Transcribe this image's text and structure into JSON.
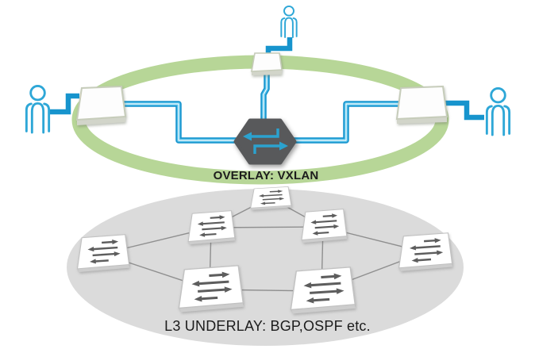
{
  "diagram": {
    "overlay": {
      "label": "OVERLAY: VXLAN",
      "ring_color": "#b7d697",
      "link_color": "#1794cd",
      "user_count": 3,
      "access_switch_count": 3,
      "core_icon": "swap-arrows-hexagon",
      "core_color": "#58595b",
      "core_arrow_color": "#2ba2cf"
    },
    "underlay": {
      "label": "L3 UNDERLAY: BGP,OSPF etc.",
      "ellipse_color": "#dbdbdb",
      "switch_count": 7,
      "link_count": 10,
      "arrow_color": "#5d5d5d"
    }
  }
}
